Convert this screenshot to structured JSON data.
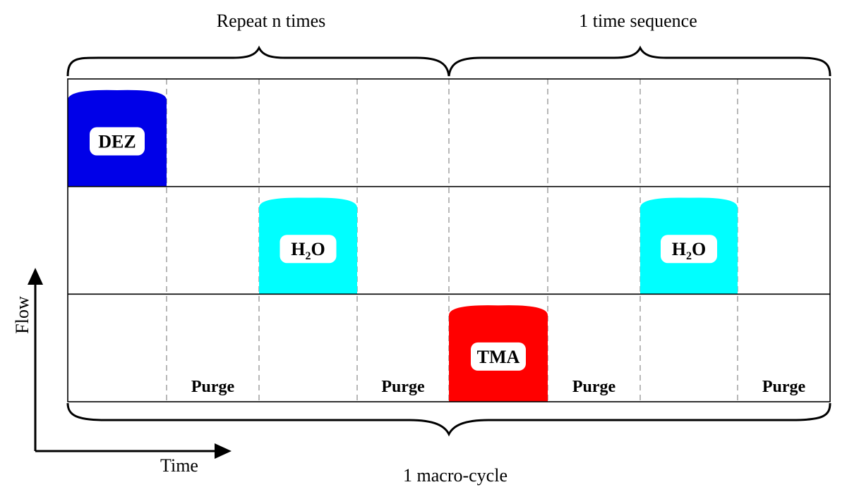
{
  "brace_labels": {
    "top_left": "Repeat n times",
    "top_right": "1 time sequence",
    "bottom": "1 macro-cycle"
  },
  "axes": {
    "y_label": "Flow",
    "x_label": "Time"
  },
  "pulses": [
    {
      "label": "DEZ",
      "row": 0,
      "slot": 0,
      "color": "#0000e8"
    },
    {
      "label": "H",
      "sub": "2",
      "suffix": "O",
      "row": 1,
      "slot": 2,
      "color": "#00ffff"
    },
    {
      "label": "TMA",
      "row": 2,
      "slot": 4,
      "color": "#ff0000"
    },
    {
      "label": "H",
      "sub": "2",
      "suffix": "O",
      "row": 1,
      "slot": 6,
      "color": "#00ffff"
    }
  ],
  "purges": [
    {
      "label": "Purge",
      "slot": 1
    },
    {
      "label": "Purge",
      "slot": 3
    },
    {
      "label": "Purge",
      "slot": 5
    },
    {
      "label": "Purge",
      "slot": 7
    }
  ],
  "rows": 3,
  "slots": 8
}
